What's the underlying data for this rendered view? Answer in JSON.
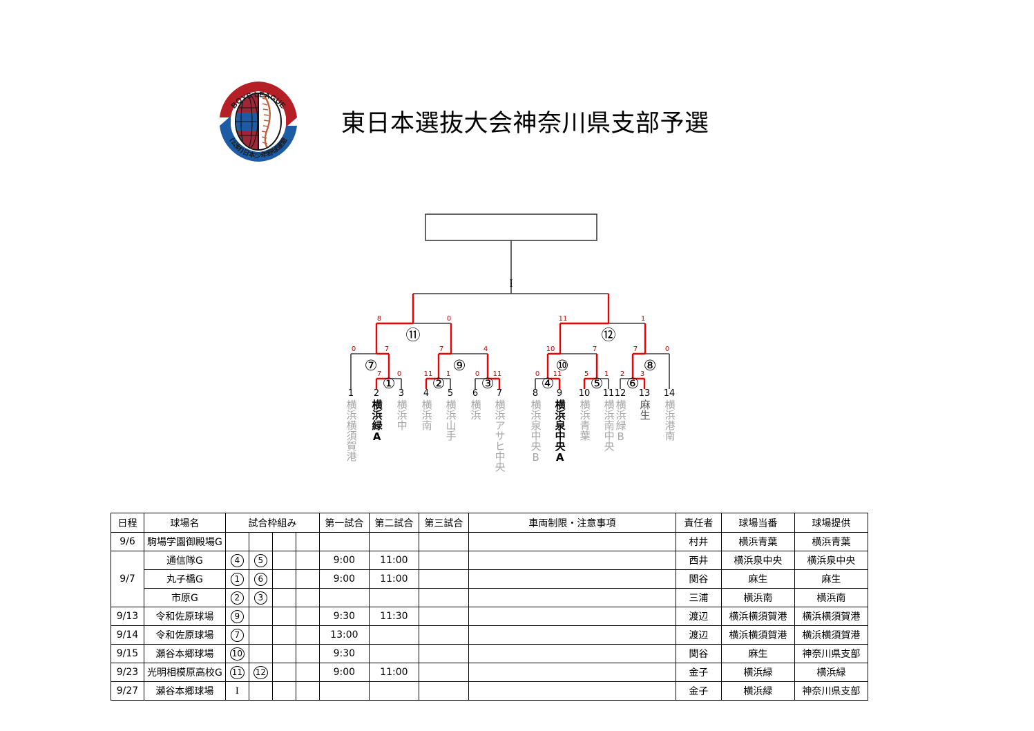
{
  "header": {
    "title": "東日本選抜大会神奈川県支部予選",
    "logo_name": "boys-league-emblem",
    "logo_text_top": "BOYS LEAGUE",
    "logo_text_bottom": "(公財)日本少年野球連盟"
  },
  "colors": {
    "line": "#3c3c3c",
    "winner": "#ee0000",
    "score": "#cc0000",
    "dim_text": "#a6a6a6"
  },
  "bracket": {
    "champion_box_text": "",
    "final_label": "I",
    "teams": [
      {
        "seed": "1",
        "name": "横浜横須賀港",
        "winner": false
      },
      {
        "seed": "2",
        "name": "横浜緑A",
        "winner": true
      },
      {
        "seed": "3",
        "name": "横浜中",
        "winner": false
      },
      {
        "seed": "4",
        "name": "横浜南",
        "winner": false
      },
      {
        "seed": "5",
        "name": "横浜山手",
        "winner": false
      },
      {
        "seed": "6",
        "name": "横浜",
        "winner": false
      },
      {
        "seed": "7",
        "name": "横浜アサヒ中央",
        "winner": false
      },
      {
        "seed": "8",
        "name": "横浜泉中央B",
        "winner": false
      },
      {
        "seed": "9",
        "name": "横浜泉中央A",
        "winner": true
      },
      {
        "seed": "10",
        "name": "横浜青葉",
        "winner": false
      },
      {
        "seed": "11",
        "name": "横浜南中央",
        "winner": false
      },
      {
        "seed": "12",
        "name": "横浜緑B",
        "winner": false
      },
      {
        "seed": "13",
        "name": "麻生",
        "winner": false
      },
      {
        "seed": "14",
        "name": "横浜港南",
        "winner": false
      }
    ],
    "matches": [
      {
        "id": "1",
        "label": "①",
        "left_score": "7",
        "right_score": "0",
        "left_seed": "2",
        "right_seed": "3",
        "winner": "left"
      },
      {
        "id": "2",
        "label": "②",
        "left_score": "11",
        "right_score": "1",
        "left_seed": "4",
        "right_seed": "5",
        "winner": "left"
      },
      {
        "id": "3",
        "label": "③",
        "left_score": "0",
        "right_score": "11",
        "left_seed": "6",
        "right_seed": "7",
        "winner": "right"
      },
      {
        "id": "4",
        "label": "④",
        "left_score": "0",
        "right_score": "11",
        "left_seed": "8",
        "right_seed": "9",
        "winner": "right"
      },
      {
        "id": "5",
        "label": "⑤",
        "left_score": "5",
        "right_score": "1",
        "left_seed": "10",
        "right_seed": "11",
        "winner": "left"
      },
      {
        "id": "6",
        "label": "⑥",
        "left_score": "2",
        "right_score": "3",
        "left_seed": "12",
        "right_seed": "13",
        "winner": "right"
      },
      {
        "id": "7",
        "label": "⑦",
        "left_score": "0",
        "right_score": "7",
        "winner": "right"
      },
      {
        "id": "8",
        "label": "⑧",
        "left_score": "7",
        "right_score": "0",
        "winner": "left"
      },
      {
        "id": "9",
        "label": "⑨",
        "left_score": "7",
        "right_score": "4",
        "winner": "left"
      },
      {
        "id": "10",
        "label": "⑩",
        "left_score": "10",
        "right_score": "7",
        "winner": "left"
      },
      {
        "id": "11",
        "label": "⑪",
        "left_score": "8",
        "right_score": "0",
        "winner": "left"
      },
      {
        "id": "12",
        "label": "⑫",
        "left_score": "11",
        "right_score": "1",
        "winner": "left"
      }
    ]
  },
  "schedule": {
    "columns": [
      "日程",
      "球場名",
      "試合枠組み",
      "第一試合",
      "第二試合",
      "第三試合",
      "車両制限・注意事項",
      "責任者",
      "球場当番",
      "球場提供"
    ],
    "rows": [
      {
        "date": "9/6",
        "date_rowspan": 1,
        "venue": "駒場学園御殿場G",
        "slots": [
          "",
          "",
          "",
          ""
        ],
        "game1": "",
        "game2": "",
        "game3": "",
        "notes": "",
        "person": "村井",
        "duty": "横浜青葉",
        "provide": "横浜青葉"
      },
      {
        "date": "9/7",
        "date_rowspan": 3,
        "venue": "通信隊G",
        "slots": [
          "④",
          "⑤",
          "",
          ""
        ],
        "game1": "9:00",
        "game2": "11:00",
        "game3": "",
        "notes": "",
        "person": "西井",
        "duty": "横浜泉中央",
        "provide": "横浜泉中央"
      },
      {
        "date": "",
        "date_rowspan": 0,
        "venue": "丸子橋G",
        "slots": [
          "①",
          "⑥",
          "",
          ""
        ],
        "game1": "9:00",
        "game2": "11:00",
        "game3": "",
        "notes": "",
        "person": "関谷",
        "duty": "麻生",
        "provide": "麻生"
      },
      {
        "date": "",
        "date_rowspan": 0,
        "venue": "市原G",
        "slots": [
          "②",
          "③",
          "",
          ""
        ],
        "game1": "",
        "game2": "",
        "game3": "",
        "notes": "",
        "person": "三浦",
        "duty": "横浜南",
        "provide": "横浜南"
      },
      {
        "date": "9/13",
        "date_rowspan": 1,
        "venue": "令和佐原球場",
        "slots": [
          "⑨",
          "",
          "",
          ""
        ],
        "game1": "9:30",
        "game2": "11:30",
        "game3": "",
        "notes": "",
        "person": "渡辺",
        "duty": "横浜横須賀港",
        "provide": "横浜横須賀港"
      },
      {
        "date": "9/14",
        "date_rowspan": 1,
        "venue": "令和佐原球場",
        "slots": [
          "⑦",
          "",
          "",
          ""
        ],
        "game1": "13:00",
        "game2": "",
        "game3": "",
        "notes": "",
        "person": "渡辺",
        "duty": "横浜横須賀港",
        "provide": "横浜横須賀港"
      },
      {
        "date": "9/15",
        "date_rowspan": 1,
        "venue": "瀬谷本郷球場",
        "slots": [
          "⑩",
          "",
          "",
          ""
        ],
        "game1": "9:30",
        "game2": "",
        "game3": "",
        "notes": "",
        "person": "関谷",
        "duty": "麻生",
        "provide": "神奈川県支部"
      },
      {
        "date": "9/23",
        "date_rowspan": 1,
        "venue": "光明相模原高校G",
        "slots": [
          "⑪",
          "⑫",
          "",
          ""
        ],
        "game1": "9:00",
        "game2": "11:00",
        "game3": "",
        "notes": "",
        "person": "金子",
        "duty": "横浜緑",
        "provide": "横浜緑"
      },
      {
        "date": "9/27",
        "date_rowspan": 1,
        "venue": "瀬谷本郷球場",
        "slots": [
          "I",
          "",
          "",
          ""
        ],
        "game1": "",
        "game2": "",
        "game3": "",
        "notes": "",
        "person": "金子",
        "duty": "横浜緑",
        "provide": "神奈川県支部"
      }
    ]
  }
}
